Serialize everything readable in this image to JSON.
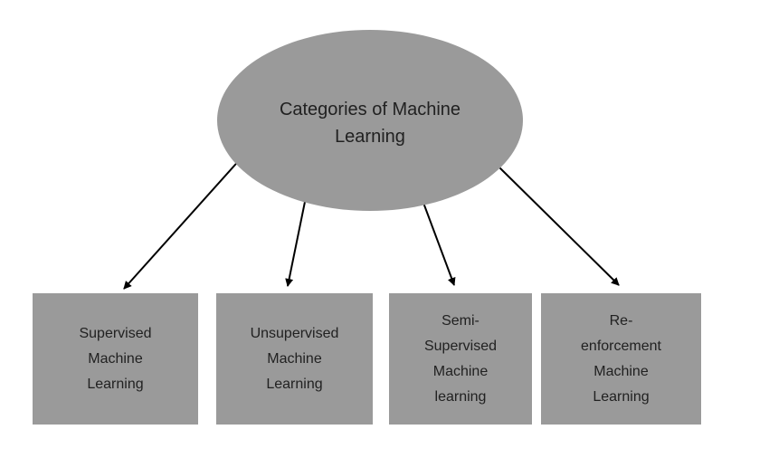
{
  "diagram": {
    "title": "Categories of Machine Learning",
    "root": {
      "label": "Categories of Machine\nLearning",
      "shape": "ellipse"
    },
    "categories": [
      {
        "id": "supervised",
        "label": "Supervised\nMachine\nLearning"
      },
      {
        "id": "unsupervised",
        "label": "Unsupervised\nMachine\nLearning"
      },
      {
        "id": "semi-supervised",
        "label": "Semi-\nSupervised\nMachine\nlearning"
      },
      {
        "id": "re-enforcement",
        "label": "Re-\nenforcement\nMachine\nLearning"
      }
    ],
    "colors": {
      "shape_fill": "#9a9a9a",
      "text": "#212121",
      "arrow": "#000000",
      "background": "#ffffff"
    }
  }
}
